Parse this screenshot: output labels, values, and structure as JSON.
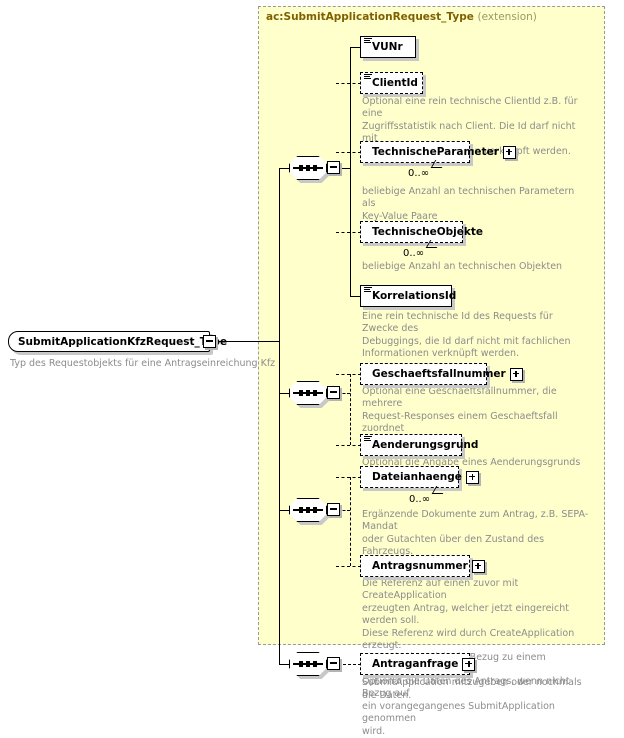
{
  "diagram": {
    "kind": "xsd-schema-diagram",
    "background": "#ffffff",
    "panel_color": "#ffffcc",
    "annotation_color": "#8c8c8c",
    "title_color": "#7f6000"
  },
  "root": {
    "name": "SubmitApplicationKfzRequest_Type",
    "annotation": "Typ des Requestobjekts für eine Antragseinreichung Kfz",
    "toggle": "minus"
  },
  "extension": {
    "type_name": "ac:SubmitApplicationRequest_Type",
    "kind": "(extension)"
  },
  "groups": [
    {
      "id": "group-1",
      "compositor": "sequence",
      "toggle": "minus",
      "elements": [
        {
          "name": "VUNr",
          "required": true,
          "expandable": false,
          "occurs": "",
          "annotation": ""
        },
        {
          "name": "ClientId",
          "required": false,
          "expandable": false,
          "occurs": "",
          "annotation": "Optional eine rein technische ClientId z.B. für eine\nZugriffsstatistik nach Client. Die Id darf nicht mit\nfachlichen Informationen verknüpft werden."
        },
        {
          "name": "TechnischeParameter",
          "required": false,
          "expandable": true,
          "occurs": "0..∞",
          "annotation": "beliebige Anzahl an technischen Parametern als\nKey-Value Paare"
        },
        {
          "name": "TechnischeObjekte",
          "required": false,
          "expandable": false,
          "occurs": "0..∞",
          "annotation": "beliebige Anzahl an technischen Objekten"
        },
        {
          "name": "KorrelationsId",
          "required": true,
          "expandable": false,
          "occurs": "",
          "annotation": "Eine rein technische Id des Requests für Zwecke des\nDebuggings, die Id darf nicht mit fachlichen\nInformationen verknüpft werden."
        }
      ]
    },
    {
      "id": "group-2",
      "compositor": "sequence",
      "toggle": "minus",
      "elements": [
        {
          "name": "Geschaeftsfallnummer",
          "required": false,
          "expandable": true,
          "occurs": "",
          "annotation": "Optional eine Geschaeftsfallnummer, die mehrere\nRequest-Responses einem Geschaeftsfall zuordnet"
        },
        {
          "name": "Aenderungsgrund",
          "required": false,
          "expandable": false,
          "occurs": "",
          "annotation": "Optional die Angabe eines Aenderungsgrunds"
        }
      ]
    },
    {
      "id": "group-3",
      "compositor": "sequence",
      "toggle": "minus",
      "elements": [
        {
          "name": "Dateianhaenge",
          "required": false,
          "expandable": true,
          "occurs": "0..∞",
          "annotation": "Ergänzende Dokumente zum Antrag, z.B. SEPA-Mandat\noder Gutachten über den Zustand des Fahrzeugs."
        },
        {
          "name": "Antragsnummer",
          "required": false,
          "expandable": true,
          "occurs": "",
          "annotation": "Die Referenz auf einen zuvor mit CreateApplication\nerzeugten Antrag, welcher jetzt eingereicht werden soll.\nDiese Referenz wird durch CreateApplication erzeugt.\nEntweder ist solch ein Bezug zu einem vorangegangenen\nSubmitApplication mitzugeben oder nochmals die Daten."
        }
      ]
    },
    {
      "id": "group-4",
      "compositor": "sequence",
      "toggle": "minus",
      "elements": [
        {
          "name": "Antraganfrage",
          "required": false,
          "expandable": true,
          "occurs": "",
          "annotation": "Optional die Daten des Antrags, wenn nicht Bezug auf\nein vorangegangenes SubmitApplication genommen\nwird."
        }
      ]
    }
  ]
}
